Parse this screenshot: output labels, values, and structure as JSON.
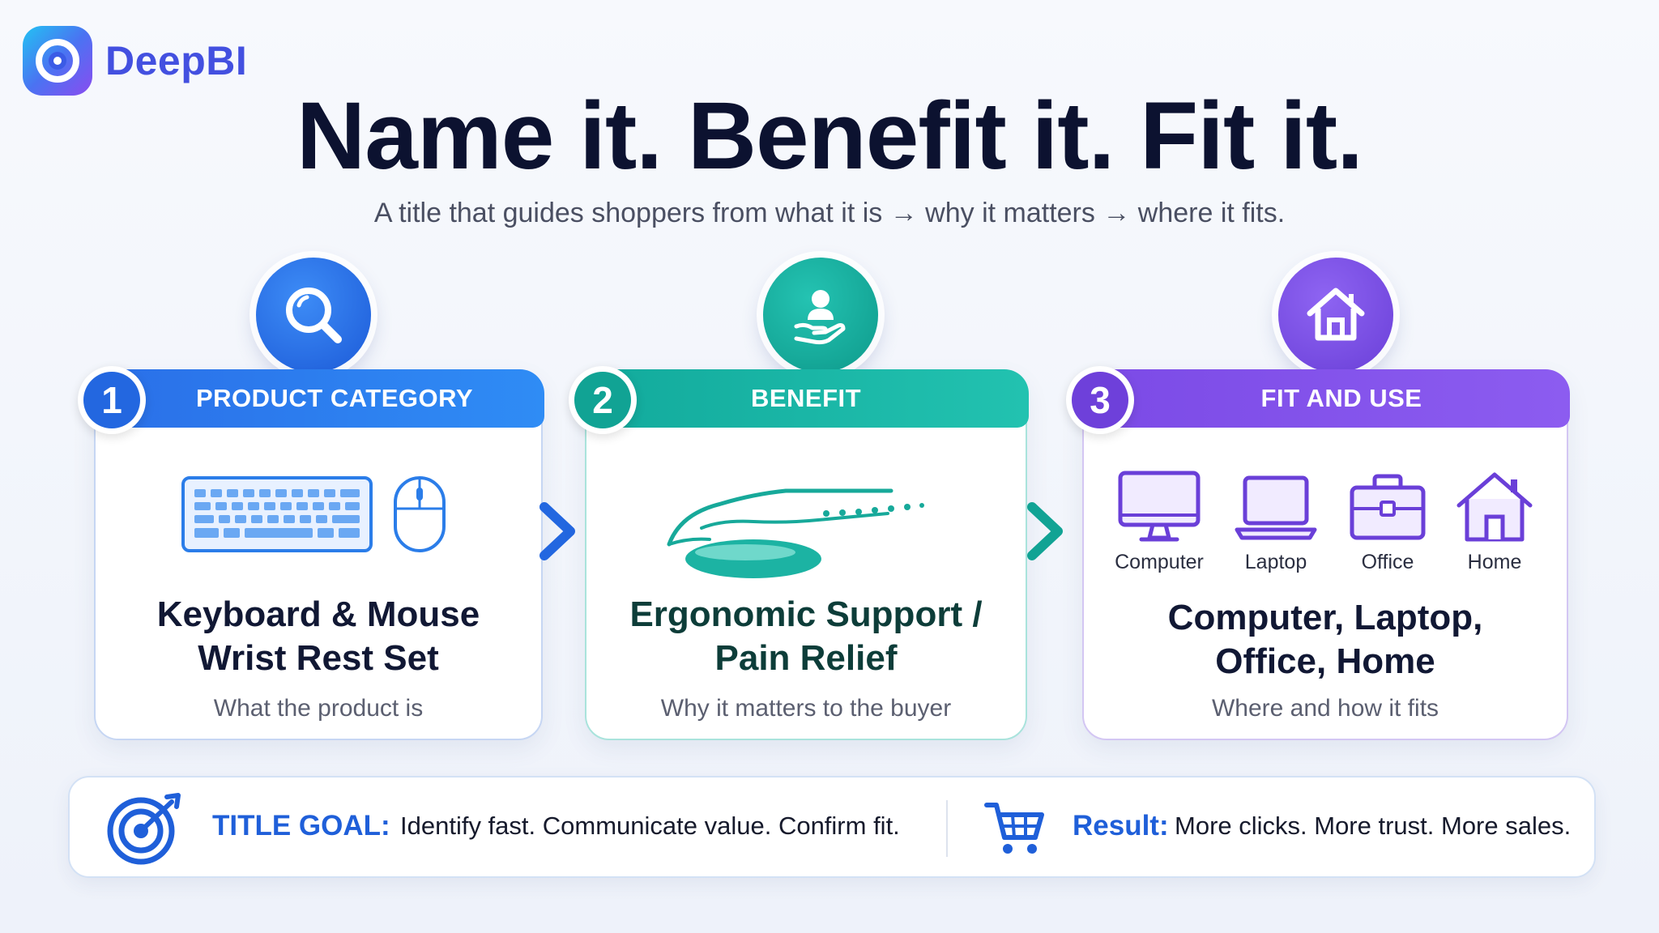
{
  "brand": {
    "name": "DeepBI"
  },
  "headline": "Name it. Benefit it. Fit it.",
  "subtitle": "A title that guides shoppers from what it is → why it matters → where it fits.",
  "steps": [
    {
      "number": "1",
      "header": "PRODUCT CATEGORY",
      "title_line1": "Keyboard & Mouse",
      "title_line2": "Wrist Rest Set",
      "description": "What the product is",
      "color": "#2367e0",
      "icon": "search-icon"
    },
    {
      "number": "2",
      "header": "BENEFIT",
      "title_line1": "Ergonomic Support /",
      "title_line2": "Pain Relief",
      "description": "Why it matters to the buyer",
      "color": "#11a394",
      "icon": "hand-care-icon"
    },
    {
      "number": "3",
      "header": "FIT AND USE",
      "title_line1": "Computer, Laptop,",
      "title_line2": "Office, Home",
      "description": "Where and how it fits",
      "color": "#6e40da",
      "icon": "house-icon",
      "uses": [
        {
          "label": "Computer",
          "icon": "monitor-icon"
        },
        {
          "label": "Laptop",
          "icon": "laptop-icon"
        },
        {
          "label": "Office",
          "icon": "briefcase-icon"
        },
        {
          "label": "Home",
          "icon": "home-icon"
        }
      ]
    }
  ],
  "bottom": {
    "goal_label": "TITLE GOAL:",
    "goal_text": "Identify fast. Communicate value. Confirm fit.",
    "result_label": "Result:",
    "result_text": "More clicks. More trust. More sales."
  }
}
